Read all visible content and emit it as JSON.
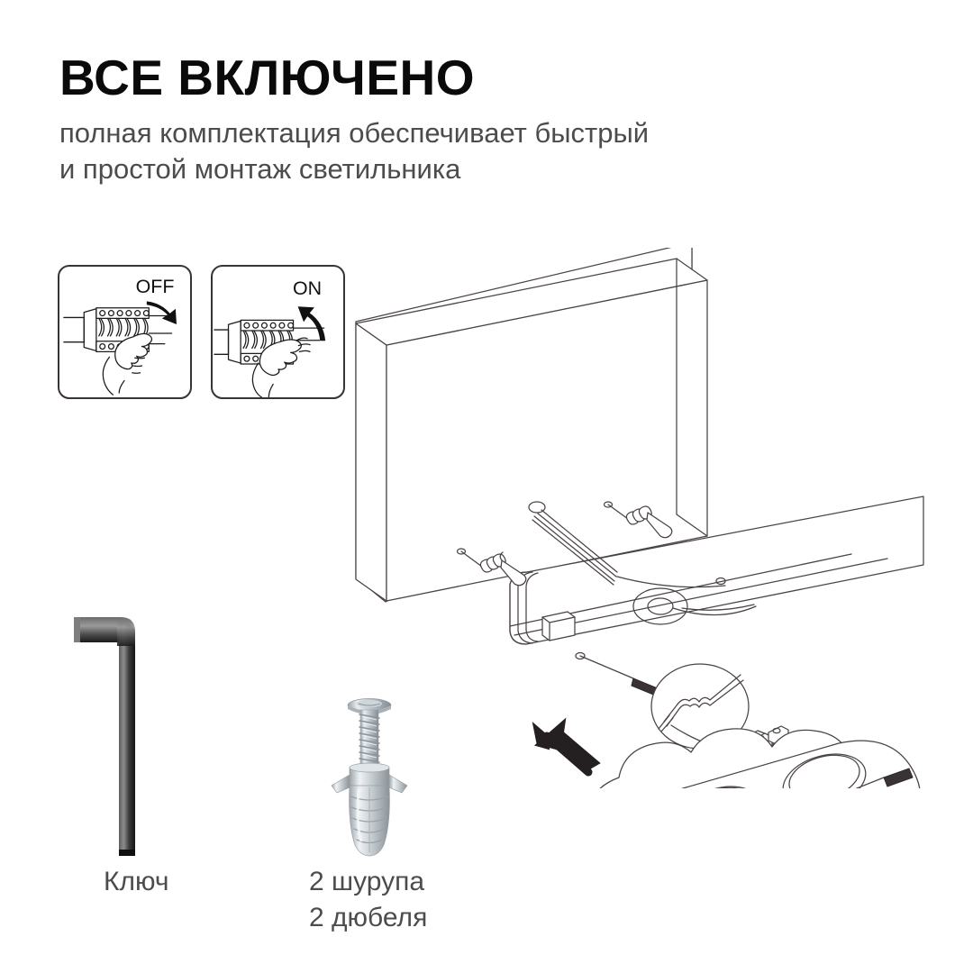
{
  "header": {
    "title": "ВСЕ ВКЛЮЧЕНО",
    "subtitle_line1": "полная комплектация обеспечивает быстрый",
    "subtitle_line2": "и простой монтаж светильника"
  },
  "breaker_steps": [
    {
      "id": "off",
      "label": "OFF",
      "icon": "hand-flipping-breaker-down-icon",
      "arrow": "arrow-down-right-icon"
    },
    {
      "id": "on",
      "label": "ON",
      "icon": "hand-flipping-breaker-up-icon",
      "arrow": "arrow-up-left-icon"
    }
  ],
  "assembly": {
    "name": "wall-mounted-luminaire-installation-diagram",
    "elements": [
      "wall-block",
      "mounting-bracket",
      "drill-hole-marks",
      "wall-plug-dowel-left",
      "wall-plug-dowel-right",
      "power-cable",
      "mounting-screw",
      "screwdriver-detail-circle",
      "terminal-block",
      "grub-screw",
      "three-shade-lamp-body",
      "assembly-direction-arrow"
    ]
  },
  "parts": [
    {
      "id": "key",
      "icon": "hex-allen-key-icon",
      "caption": "Ключ"
    },
    {
      "id": "screw",
      "icon": "screw-and-wall-plug-icon",
      "caption": "2 шурупа\n2 дюбеля"
    }
  ],
  "colors": {
    "title": "#0a0a0a",
    "body_text": "#4c4c4c",
    "line_art": "#3a3335",
    "background": "#ffffff",
    "metal_light": "#d9dde0",
    "metal_dark": "#2b2b2b"
  }
}
